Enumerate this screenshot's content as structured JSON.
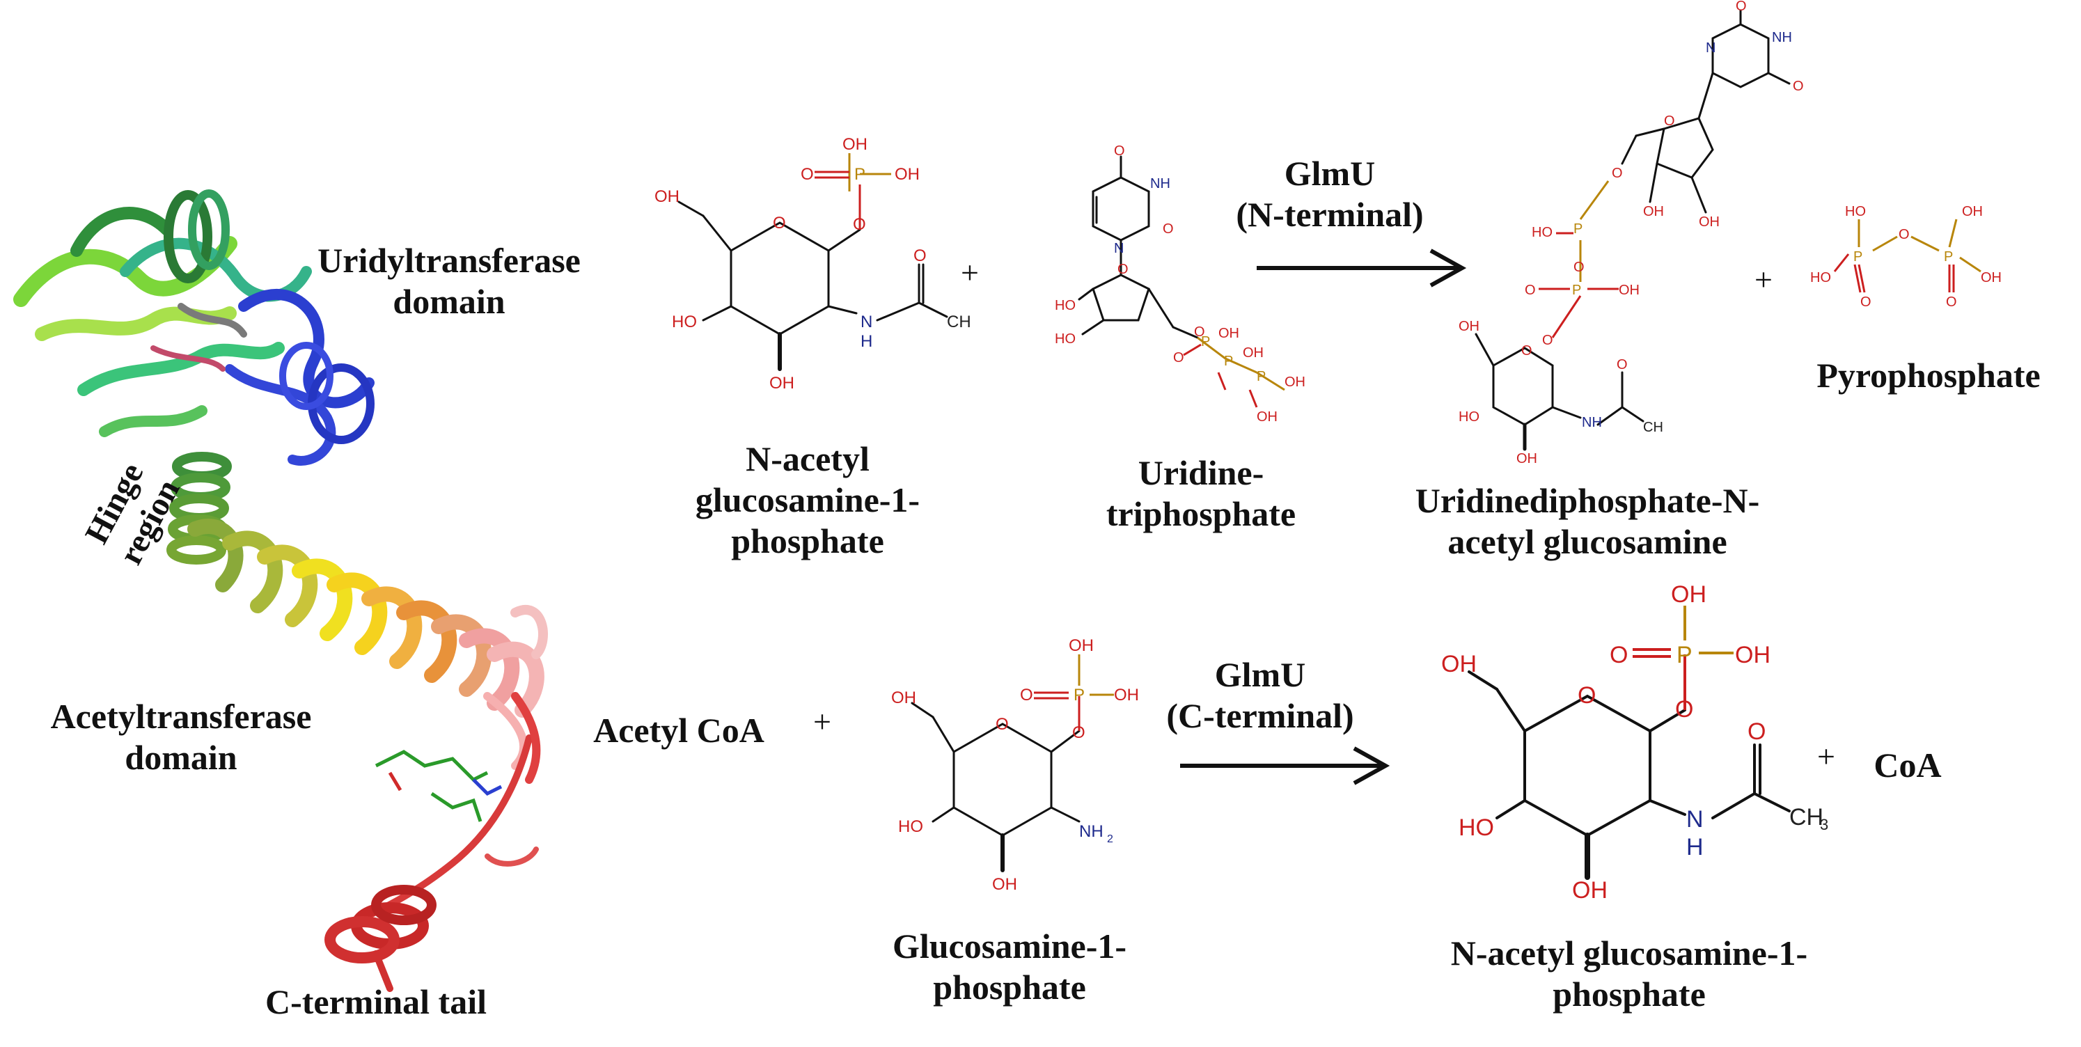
{
  "protein": {
    "uridyl_label": "Uridyltransferase\ndomain",
    "hinge_label": "Hinge\nregion",
    "acetyl_label": "Acetyltransferase\ndomain",
    "tail_label": "C-terminal  tail"
  },
  "reaction1": {
    "substrate1": "N-acetyl\nglucosamine-1-\nphosphate",
    "substrate2": "Uridine-\ntriphosphate",
    "enzyme": "GlmU\n(N-terminal)",
    "product1": "Uridinediphosphate-N-\nacetyl glucosamine",
    "product2": "Pyrophosphate",
    "plus": "+"
  },
  "reaction2": {
    "substrate1": "Acetyl CoA",
    "substrate2": "Glucosamine-1-\nphosphate",
    "enzyme": "GlmU\n(C-terminal)",
    "product1": "N-acetyl glucosamine-1-\nphosphate",
    "product2": "CoA",
    "plus": "+"
  },
  "atoms": {
    "OH": "OH",
    "O": "O",
    "P": "P",
    "H": "H",
    "N": "N",
    "NH": "NH",
    "NH2": "NH",
    "HO": "HO",
    "CH3": "CH",
    "sub2": "2",
    "sub3": "3"
  },
  "colors": {
    "oxygen": "#cc1f1f",
    "nitrogen": "#1e2a8c",
    "phosphorus": "#b8860b"
  }
}
